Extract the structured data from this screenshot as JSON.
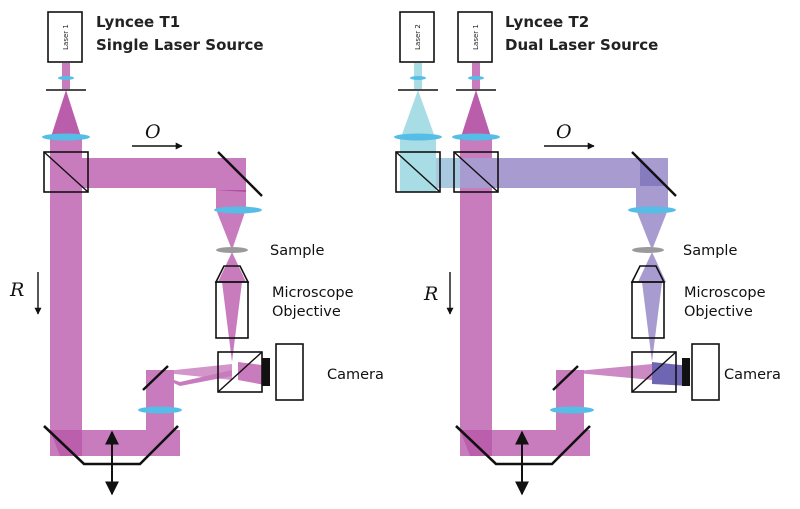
{
  "panels": [
    {
      "title_line1": "Lyncee T1",
      "title_line2": "Single Laser Source",
      "lasers": [
        "Laser 1"
      ],
      "object_arrow": "O",
      "reference_arrow": "R",
      "sample": "Sample",
      "objective_line1": "Microscope",
      "objective_line2": "Objective",
      "camera": "Camera"
    },
    {
      "title_line1": "Lyncee T2",
      "title_line2": "Dual Laser Source",
      "lasers": [
        "Laser 2",
        "Laser 1"
      ],
      "object_arrow": "O",
      "reference_arrow": "R",
      "sample": "Sample",
      "objective_line1": "Microscope",
      "objective_line2": "Objective",
      "camera": "Camera"
    }
  ],
  "colors": {
    "laser1_beam": "#c87cbd",
    "laser1_dark": "#b24da2",
    "laser2_beam": "#a8dde6",
    "combined_beam": "#a79bd0",
    "combined_dark": "#6f66b3",
    "lens": "#56bde6",
    "sample": "#9a9a9a"
  }
}
